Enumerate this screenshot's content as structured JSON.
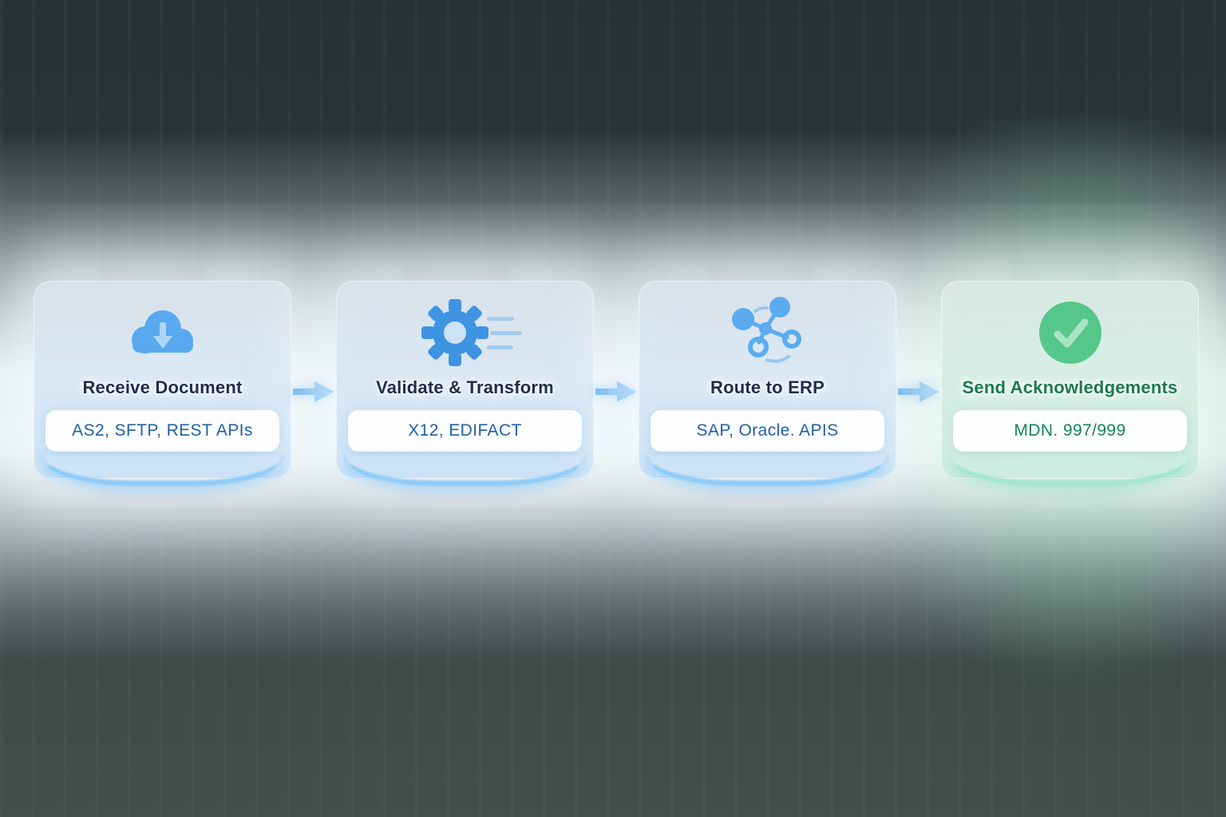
{
  "diagram": {
    "kind": "edi-processing-pipeline-flow",
    "steps": [
      {
        "title": "Receive Document",
        "subtitle": "AS2, SFTP, REST APIs",
        "icon": "cloud-download-icon",
        "theme": "blue"
      },
      {
        "title": "Validate & Transform",
        "subtitle": "X12, EDIFACT",
        "icon": "gear-icon",
        "theme": "blue"
      },
      {
        "title": "Route to ERP",
        "subtitle": "SAP, Oracle. APIS",
        "icon": "network-nodes-icon",
        "theme": "blue"
      },
      {
        "title": "Send Acknowledgements",
        "subtitle": "MDN. 997/999",
        "icon": "check-circle-icon",
        "theme": "green"
      }
    ],
    "connector_icon": "arrow-right-icon",
    "colors": {
      "accent_blue": "#58a9ef",
      "accent_green": "#56c78b",
      "title_navy": "#1e2c4e",
      "subtitle_blue": "#2160a9",
      "subtitle_green": "#16835a",
      "title_green": "#177a4f",
      "background_top": "#293132",
      "background_bottom": "#424f4c",
      "glow_white": "#eef6fa"
    }
  }
}
